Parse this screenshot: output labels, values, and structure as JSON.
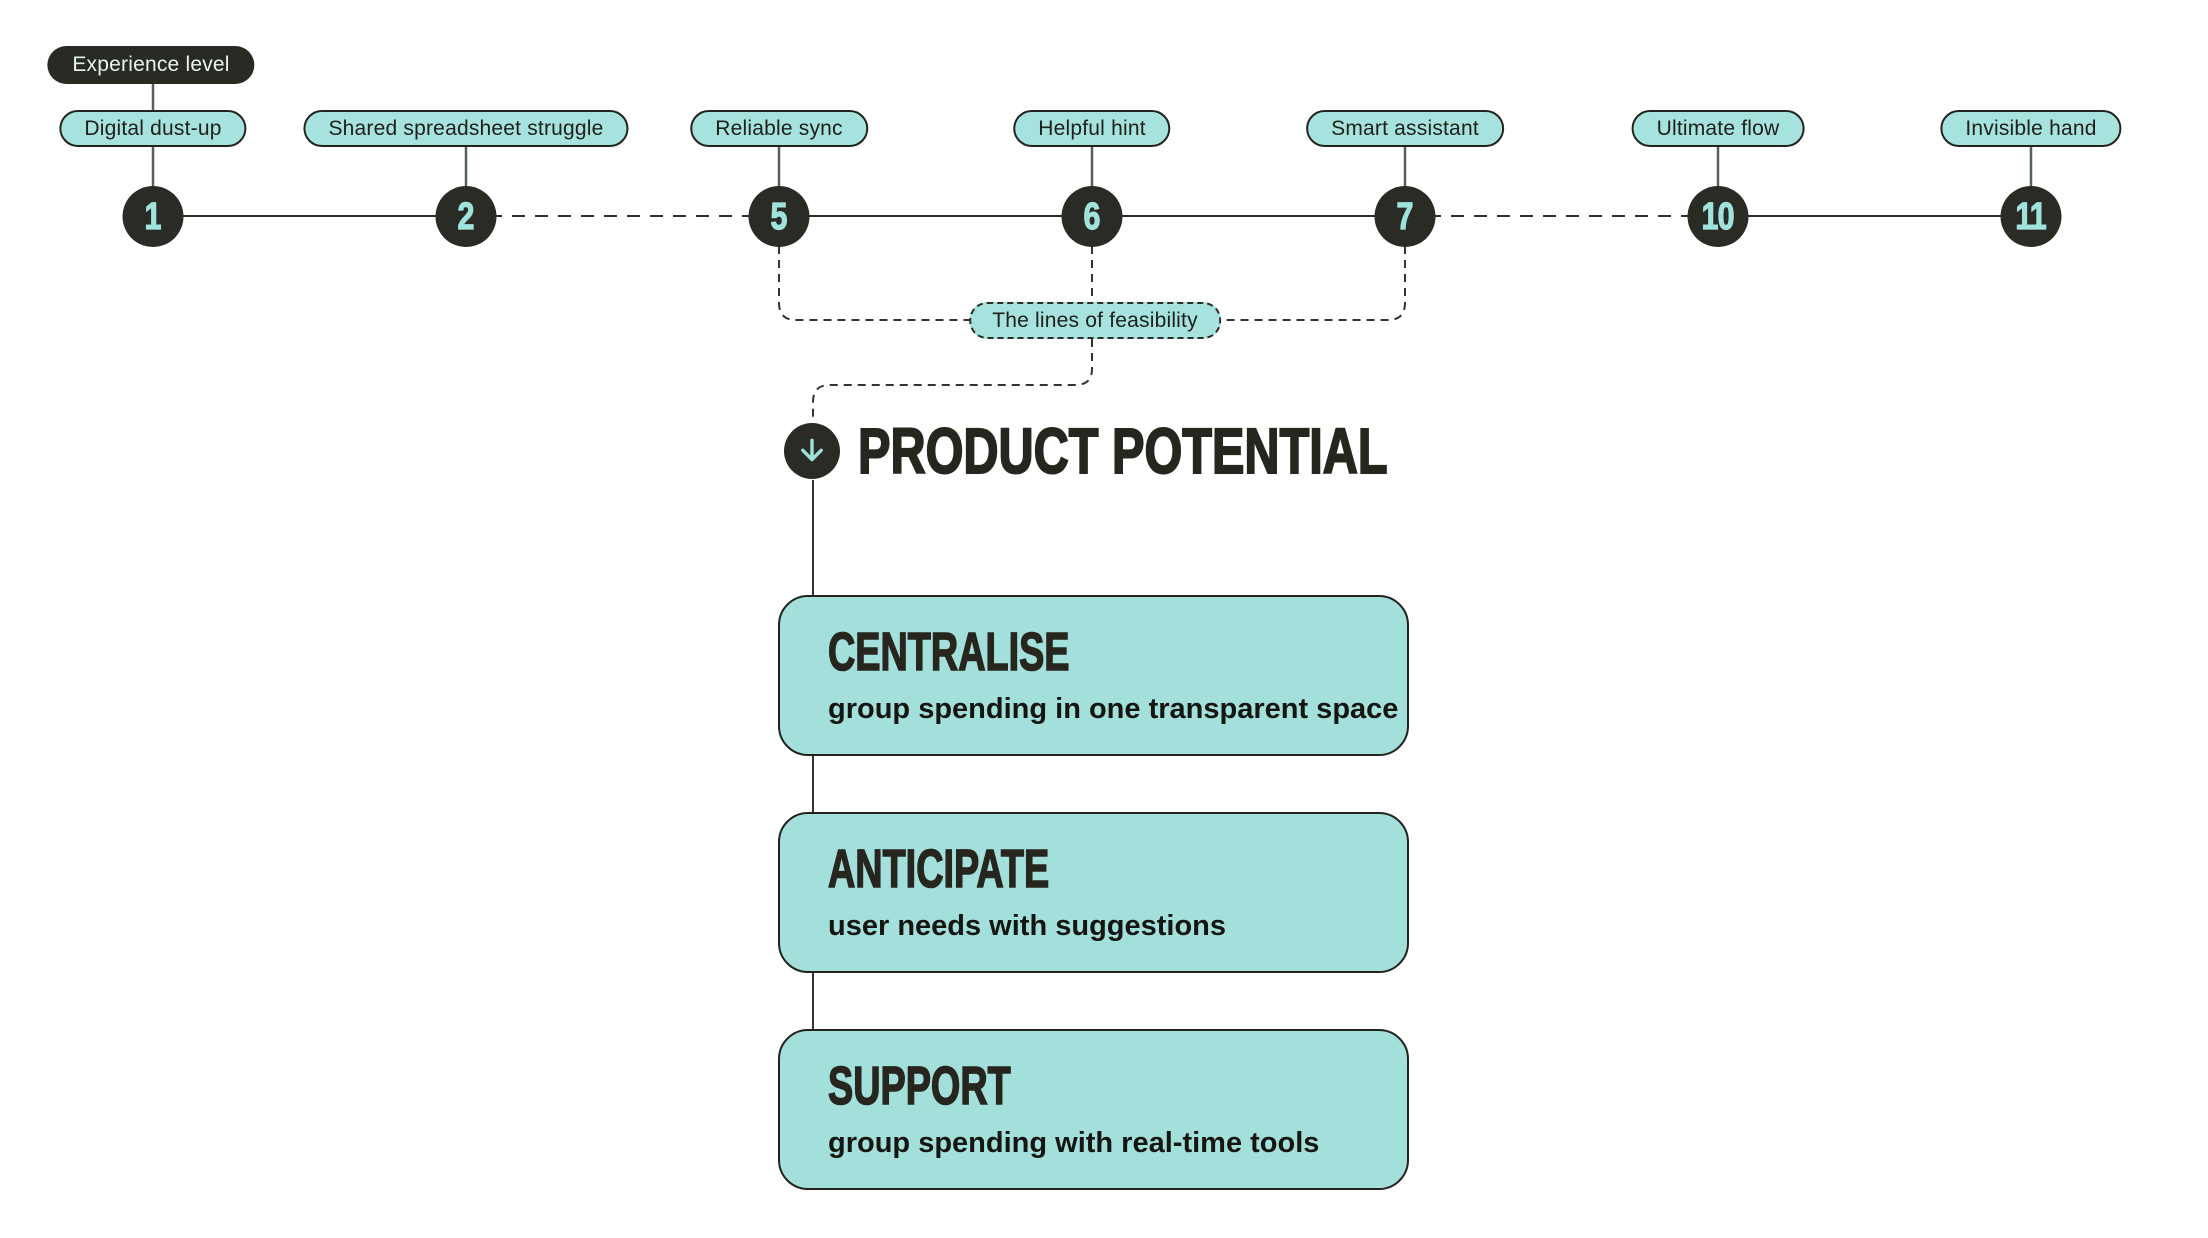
{
  "colors": {
    "background": "#ffffff",
    "dark": "#2b2b25",
    "teal_fill": "#a7e3de",
    "teal_accent": "#a0e3dc",
    "line": "#33332e",
    "stub_line": "#53605d"
  },
  "legend": {
    "experience_label": "Experience level"
  },
  "timeline": {
    "nodes": [
      {
        "number": "1",
        "label": "Digital dust-up"
      },
      {
        "number": "2",
        "label": "Shared spreadsheet struggle"
      },
      {
        "number": "5",
        "label": "Reliable sync"
      },
      {
        "number": "6",
        "label": "Helpful hint"
      },
      {
        "number": "7",
        "label": "Smart assistant"
      },
      {
        "number": "10",
        "label": "Ultimate flow"
      },
      {
        "number": "11",
        "label": "Invisible hand"
      }
    ],
    "segments": [
      "solid",
      "dashed",
      "solid",
      "solid",
      "dashed",
      "solid"
    ]
  },
  "feasibility": {
    "label": "The lines of feasibility"
  },
  "potential": {
    "title": "PRODUCT POTENTIAL",
    "icon": "down-arrow-icon"
  },
  "cards": [
    {
      "title": "CENTRALISE",
      "subtitle": "group spending in one transparent space"
    },
    {
      "title": "ANTICIPATE",
      "subtitle": "user needs with suggestions"
    },
    {
      "title": "SUPPORT",
      "subtitle": "group spending with real-time tools"
    }
  ]
}
